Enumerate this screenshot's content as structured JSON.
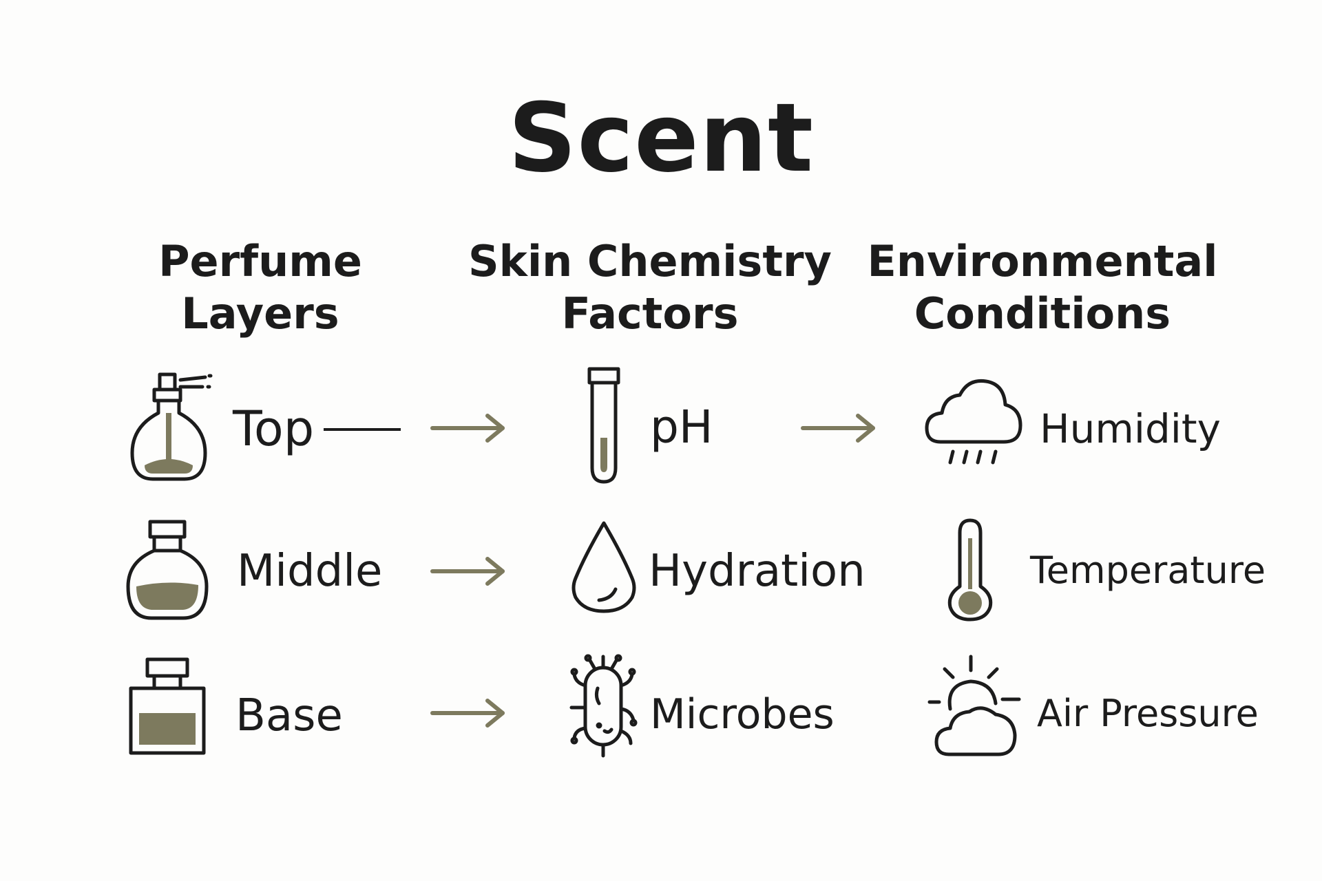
{
  "title": "Scent",
  "colors": {
    "ink": "#1c1c1c",
    "accent": "#7d7a5e",
    "background": "#fdfdfc"
  },
  "columns": [
    {
      "heading": [
        "Perfume",
        "Layers"
      ],
      "items": [
        {
          "label": "Top",
          "icon": "spray-bottle-icon"
        },
        {
          "label": "Middle",
          "icon": "round-bottle-icon"
        },
        {
          "label": "Base",
          "icon": "square-bottle-icon"
        }
      ]
    },
    {
      "heading": [
        "Skin Chemistry",
        "Factors"
      ],
      "items": [
        {
          "label": "pH",
          "icon": "test-tube-icon"
        },
        {
          "label": "Hydration",
          "icon": "water-drop-icon"
        },
        {
          "label": "Microbes",
          "icon": "microbe-icon"
        }
      ]
    },
    {
      "heading": [
        "Environmental",
        "Conditions"
      ],
      "items": [
        {
          "label": "Humidity",
          "icon": "rain-cloud-icon"
        },
        {
          "label": "Temperature",
          "icon": "thermometer-icon"
        },
        {
          "label": "Air Pressure",
          "icon": "sun-cloud-icon"
        }
      ]
    }
  ]
}
